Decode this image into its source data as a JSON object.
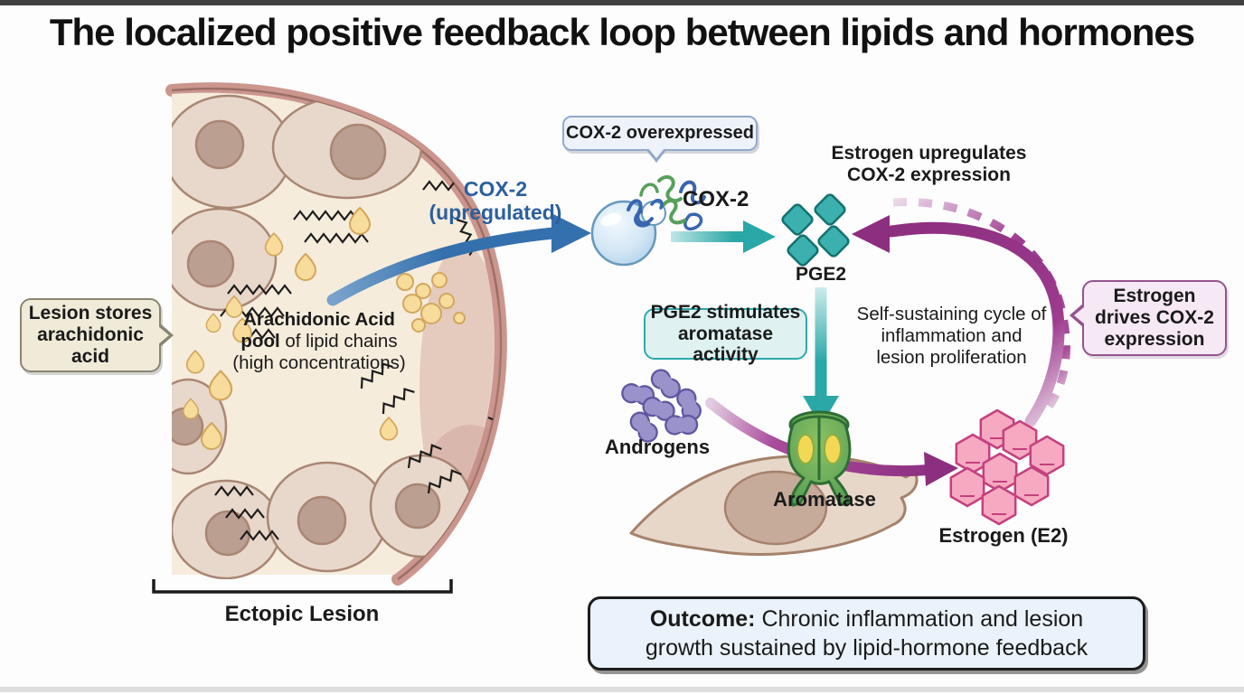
{
  "title": "The localized positive feedback loop between lipids and hormones",
  "lesion": {
    "callout_label": "Lesion stores arachidonic acid",
    "pool": {
      "line1_bold": "Arachidonic Acid",
      "line2_bold": "pool",
      "line2_rest": " of lipid chains",
      "line3": "(high concentrations)"
    },
    "bracket_label": "Ectopic Lesion"
  },
  "cox2": {
    "arrow_label_line1": "COX-2",
    "arrow_label_line2": "(upregulated)",
    "overexpressed_callout": "COX-2 overexpressed",
    "enzyme_label": "COX-2"
  },
  "pge2": {
    "label": "PGE2",
    "stimulates_callout": "PGE2 stimulates aromatase activity"
  },
  "hormone_loop": {
    "upregulates_text": "Estrogen upregulates COX-2 expression",
    "self_sustaining_text": "Self-sustaining cycle of inflammation and lesion proliferation",
    "drives_callout": "Estrogen drives COX-2 expression",
    "androgens_label": "Androgens",
    "aromatase_label": "Aromatase",
    "estrogen_label": "Estrogen (E2)"
  },
  "outcome": {
    "lead": "Outcome:",
    "text": " Chronic inflammation and lesion growth sustained by lipid-hormone feedback"
  },
  "colors": {
    "cox2_blue": "#2b5f9e",
    "arrow_blue": "#3470ad",
    "teal": "#2aa7a7",
    "loop_purple": "#9c3a8e",
    "pge2_fill": "#3bb0ae",
    "estrogen_fill": "#f6a9c1",
    "estrogen_border": "#c4407e",
    "androgen_purple": "#9a93cb",
    "lesion_cream": "#f6ecdc",
    "lesion_rose": "#cb968e",
    "outcome_bg": "#eaf3fc"
  },
  "icons": {
    "pge2_molecules": "teal-diamond-shapes",
    "estrogen_molecules": "pink-hexagon-shapes",
    "androgen_molecules": "purple-dimer-shapes",
    "cox2_protein": "ribbon-protein",
    "cox2_vesicle": "blue-sphere",
    "aromatase_enzyme": "green-channel-enzyme",
    "stromal_cell": "spindle-cell",
    "lesion_tissue": "tissue-cross-section"
  }
}
